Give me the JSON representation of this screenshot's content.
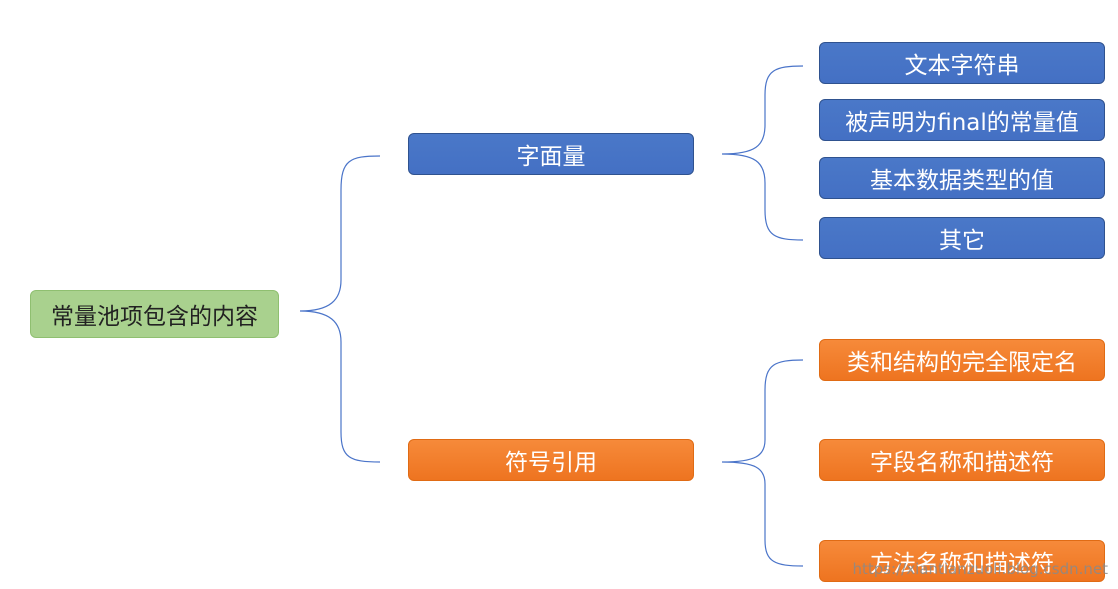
{
  "root": {
    "label": "常量池项包含的内容"
  },
  "branches": [
    {
      "label": "字面量",
      "children": [
        "文本字符串",
        "被声明为final的常量值",
        "基本数据类型的值",
        "其它"
      ]
    },
    {
      "label": "符号引用",
      "children": [
        "类和结构的完全限定名",
        "字段名称和描述符",
        "方法名称和描述符"
      ]
    }
  ],
  "watermark": "https://xiantianzuoli.blog.csdn.net",
  "colors": {
    "root": "#a9d18e",
    "branch_literal": "#4472c4",
    "branch_symbol": "#f07b2a",
    "connector": "#4a74c9"
  }
}
